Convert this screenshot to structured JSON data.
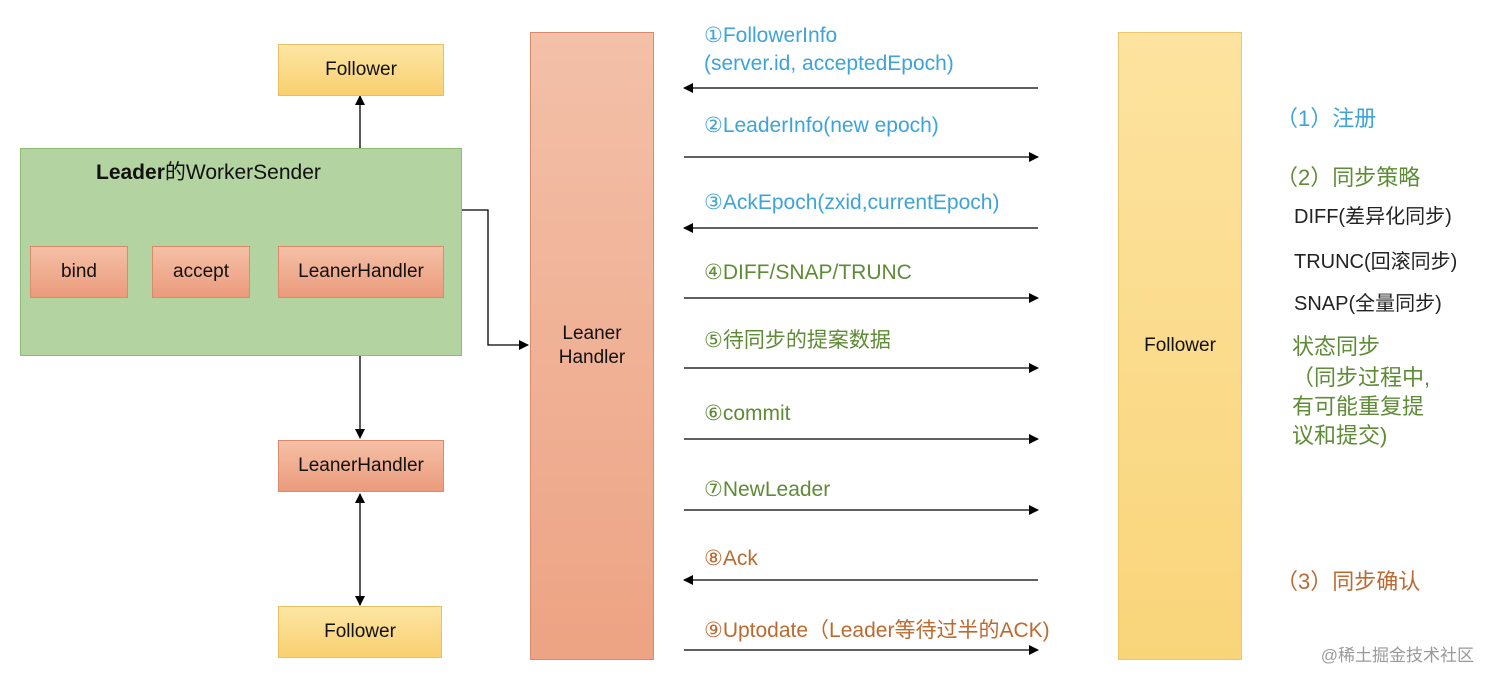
{
  "left": {
    "follower_top": "Follower",
    "panel_title_bold": "Leader",
    "panel_title_rest": "的WorkerSender",
    "bind": "bind",
    "accept": "accept",
    "learner_handler_inner": "LeanerHandler",
    "learner_handler_lower": "LeanerHandler",
    "follower_bottom": "Follower"
  },
  "center": {
    "leaner_handler_line1": "Leaner",
    "leaner_handler_line2": "Handler",
    "follower": "Follower"
  },
  "messages": [
    {
      "line1": "①FollowerInfo",
      "line2": "(server.id, acceptedEpoch)",
      "direction": "to-leader",
      "color": "blue"
    },
    {
      "line1": "②LeaderInfo(new epoch)",
      "direction": "to-follower",
      "color": "blue"
    },
    {
      "line1": "③AckEpoch(zxid,currentEpoch)",
      "direction": "to-leader",
      "color": "blue"
    },
    {
      "line1": "④DIFF/SNAP/TRUNC",
      "direction": "to-follower",
      "color": "green"
    },
    {
      "line1": "⑤待同步的提案数据",
      "direction": "to-follower",
      "color": "green"
    },
    {
      "line1": "⑥commit",
      "direction": "to-follower",
      "color": "green"
    },
    {
      "line1": "⑦NewLeader",
      "direction": "to-follower",
      "color": "green"
    },
    {
      "line1": "⑧Ack",
      "direction": "to-leader",
      "color": "brown"
    },
    {
      "line1": "⑨Uptodate（Leader等待过半的ACK)",
      "direction": "to-follower",
      "color": "brown"
    }
  ],
  "notes": {
    "register": "（1）注册",
    "sync_strategy": "（2）同步策略",
    "diff": "DIFF(差异化同步)",
    "trunc": "TRUNC(回滚同步)",
    "snap": "SNAP(全量同步)",
    "state_sync_1": "状态同步",
    "state_sync_2": "（同步过程中,",
    "state_sync_3": "有可能重复提",
    "state_sync_4": "议和提交)",
    "sync_confirm": "（3）同步确认"
  },
  "colors": {
    "blue": "#3da3d8",
    "green": "#5e8b35",
    "brown": "#bd6a30",
    "follower_box": "#fad98a",
    "handler_box": "#f0ab8c",
    "panel": "#b3d3a0"
  },
  "watermark": "@稀土掘金技术社区"
}
